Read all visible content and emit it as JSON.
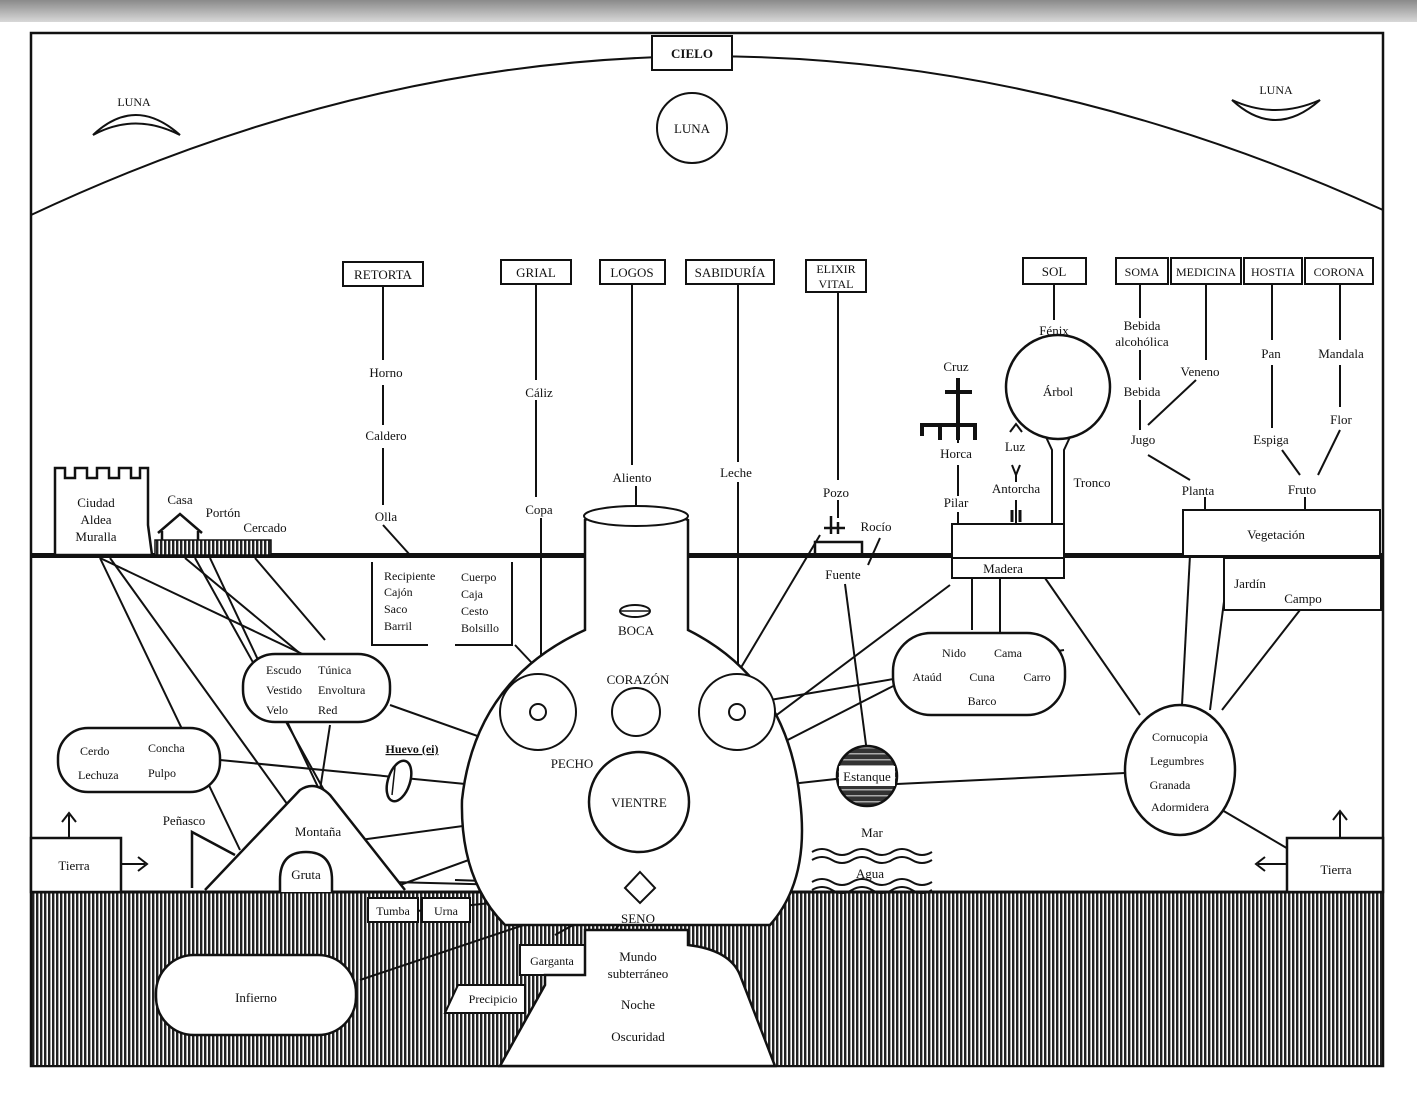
{
  "sky": {
    "cielo": "CIELO",
    "luna_left": "LUNA",
    "luna_center": "LUNA",
    "luna_right": "LUNA"
  },
  "top_labels": {
    "retorta": "RETORTA",
    "grial": "GRIAL",
    "logos": "LOGOS",
    "sabiduria": "SABIDURÍA",
    "elixir_1": "ELIXIR",
    "elixir_2": "VITAL",
    "sol": "SOL",
    "soma": "SOMA",
    "medicina": "MEDICINA",
    "hostia": "HOSTIA",
    "corona": "CORONA"
  },
  "chains": {
    "horno": "Horno",
    "caldero": "Caldero",
    "olla": "Olla",
    "caliz": "Cáliz",
    "copa": "Copa",
    "aliento": "Aliento",
    "leche": "Leche",
    "pozo": "Pozo",
    "rocio": "Rocío",
    "fuente": "Fuente",
    "fenix": "Fénix",
    "arbol": "Árbol",
    "tronco": "Tronco",
    "cruz": "Cruz",
    "horca": "Horca",
    "pilar": "Pilar",
    "luz": "Luz",
    "antorcha": "Antorcha",
    "bebida_alc_1": "Bebida",
    "bebida_alc_2": "alcohólica",
    "bebida": "Bebida",
    "veneno": "Veneno",
    "jugo": "Jugo",
    "planta": "Planta",
    "pan": "Pan",
    "espiga": "Espiga",
    "mandala": "Mandala",
    "flor": "Flor",
    "fruto": "Fruto"
  },
  "ground": {
    "ciudad": "Ciudad",
    "aldea": "Aldea",
    "muralla": "Muralla",
    "casa": "Casa",
    "porton": "Portón",
    "cercado": "Cercado",
    "madera": "Madera",
    "vegetacion": "Vegetación",
    "jardin": "Jardín",
    "campo": "Campo"
  },
  "boxes": {
    "recipiente": "Recipiente",
    "cajon": "Cajón",
    "saco": "Saco",
    "barril": "Barril",
    "cuerpo": "Cuerpo",
    "caja": "Caja",
    "cesto": "Cesto",
    "bolsillo": "Bolsillo",
    "escudo": "Escudo",
    "tunica": "Túnica",
    "vestido": "Vestido",
    "envoltura": "Envoltura",
    "velo": "Velo",
    "red": "Red",
    "cerdo": "Cerdo",
    "concha": "Concha",
    "lechuza": "Lechuza",
    "pulpo": "Pulpo",
    "huevo": "Huevo (ei)",
    "nido": "Nido",
    "cama": "Cama",
    "ataud": "Ataúd",
    "cuna": "Cuna",
    "carro": "Carro",
    "barco": "Barco",
    "cornucopia": "Cornucopia",
    "legumbres": "Legumbres",
    "granada": "Granada",
    "adormidera": "Adormidera",
    "estanque": "Estanque",
    "mar": "Mar",
    "agua": "Agua"
  },
  "vessel": {
    "boca": "BOCA",
    "corazon": "CORAZÓN",
    "pecho": "PECHO",
    "vientre": "VIENTRE",
    "seno": "SENO"
  },
  "lower": {
    "penasco": "Peñasco",
    "montana": "Montaña",
    "gruta": "Gruta",
    "tierra_left": "Tierra",
    "tierra_right": "Tierra",
    "tumba": "Tumba",
    "urna": "Urna",
    "garganta": "Garganta",
    "precipicio": "Precipicio",
    "infierno": "Infierno",
    "mundo_1": "Mundo",
    "mundo_2": "subterráneo",
    "noche": "Noche",
    "oscuridad": "Oscuridad"
  }
}
